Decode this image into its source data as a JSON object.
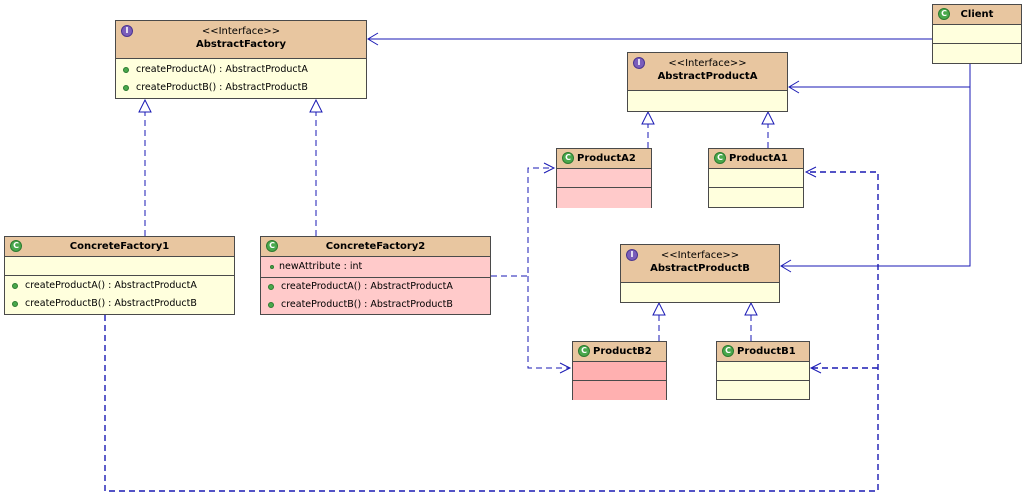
{
  "colors": {
    "header": "#e8c6a0",
    "body": "#ffffdd",
    "modified_body": "#ffcaca",
    "connector": "#1a1ab4",
    "interface_badge": "#7a5dbb",
    "class_badge": "#49a84c"
  },
  "icons": {
    "interface": "interface-icon",
    "class": "class-icon",
    "member": "public-member-icon"
  },
  "classes": {
    "abstract_factory": {
      "stereotype": "<<Interface>>",
      "name": "AbstractFactory",
      "badge": "I",
      "methods": [
        "createProductA() : AbstractProductA",
        "createProductB() : AbstractProductB"
      ]
    },
    "client": {
      "name": "Client",
      "badge": "C"
    },
    "abstract_product_a": {
      "stereotype": "<<Interface>>",
      "name": "AbstractProductA",
      "badge": "I"
    },
    "product_a2": {
      "name": "ProductA2",
      "badge": "C"
    },
    "product_a1": {
      "name": "ProductA1",
      "badge": "C"
    },
    "concrete_factory1": {
      "name": "ConcreteFactory1",
      "badge": "C",
      "methods": [
        "createProductA() : AbstractProductA",
        "createProductB() : AbstractProductB"
      ]
    },
    "concrete_factory2": {
      "name": "ConcreteFactory2",
      "badge": "C",
      "attributes": [
        "newAttribute : int"
      ],
      "methods": [
        "createProductA() : AbstractProductA",
        "createProductB() : AbstractProductB"
      ]
    },
    "abstract_product_b": {
      "stereotype": "<<Interface>>",
      "name": "AbstractProductB",
      "badge": "I"
    },
    "product_b2": {
      "name": "ProductB2",
      "badge": "C"
    },
    "product_b1": {
      "name": "ProductB1",
      "badge": "C"
    }
  }
}
